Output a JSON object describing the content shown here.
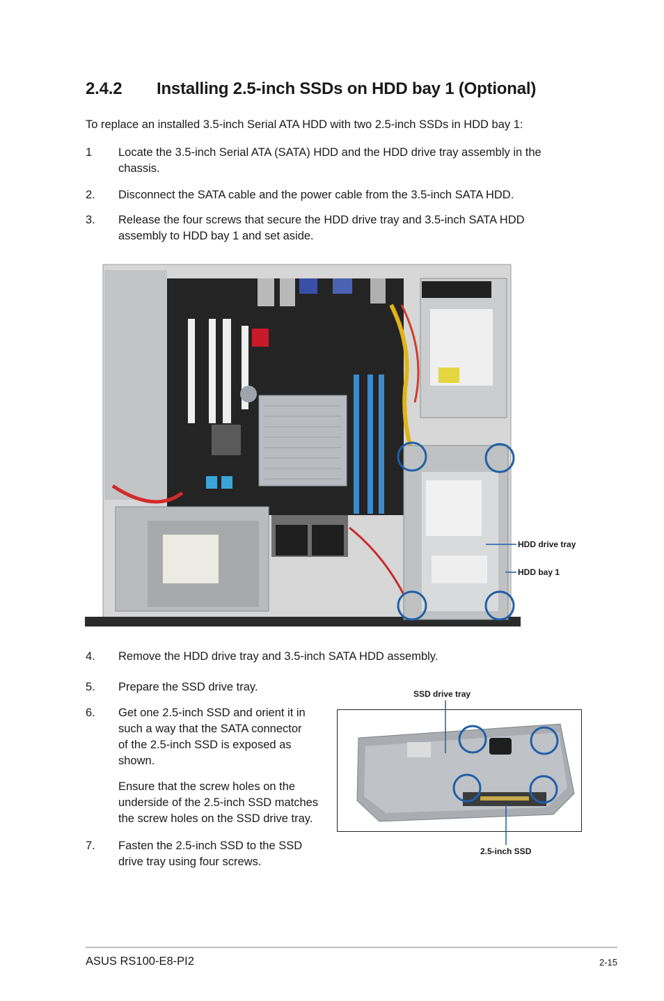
{
  "section": {
    "number": "2.4.2",
    "title": "Installing 2.5-inch SSDs on HDD bay 1 (Optional)"
  },
  "intro": "To replace an installed 3.5-inch Serial ATA HDD with two 2.5-inch SSDs in HDD bay 1:",
  "steps": [
    {
      "num": "1",
      "lines": [
        "Locate the 3.5-inch Serial ATA (SATA) HDD and the HDD drive tray assembly in the",
        "chassis."
      ]
    },
    {
      "num": "2.",
      "lines": [
        "Disconnect the SATA cable and the power cable from the 3.5-inch SATA HDD."
      ]
    },
    {
      "num": "3.",
      "lines": [
        "Release the four screws that secure the HDD drive tray and 3.5-inch SATA HDD",
        "assembly to HDD bay 1 and set aside."
      ]
    },
    {
      "num": "4.",
      "lines": [
        "Remove the HDD drive tray and 3.5-inch SATA HDD assembly."
      ]
    },
    {
      "num": "5.",
      "lines": [
        "Prepare the SSD drive tray."
      ]
    },
    {
      "num": "6.",
      "lines": [
        "Get one 2.5-inch SSD and orient it in",
        "such a way that the SATA connector",
        "of the 2.5-inch SSD is exposed as",
        "shown."
      ]
    },
    {
      "num": "7.",
      "lines": [
        "Fasten the 2.5-inch SSD to the SSD",
        "drive tray using four screws."
      ]
    }
  ],
  "note6": [
    "Ensure that the screw holes on the",
    "underside of the 2.5-inch SSD matches",
    "the screw holes on the SSD drive tray."
  ],
  "figure1": {
    "callouts": {
      "hdd_drive_tray": "HDD drive tray",
      "hdd_bay_1": "HDD bay 1"
    }
  },
  "figure2": {
    "callouts": {
      "ssd_drive_tray": "SSD drive tray",
      "ssd": "2.5-inch SSD"
    }
  },
  "footer": {
    "product": "ASUS RS100-E8-PI2",
    "page": "2-15"
  },
  "colors": {
    "callout": "#1f5fa8",
    "rule": "#bdbdbd"
  }
}
